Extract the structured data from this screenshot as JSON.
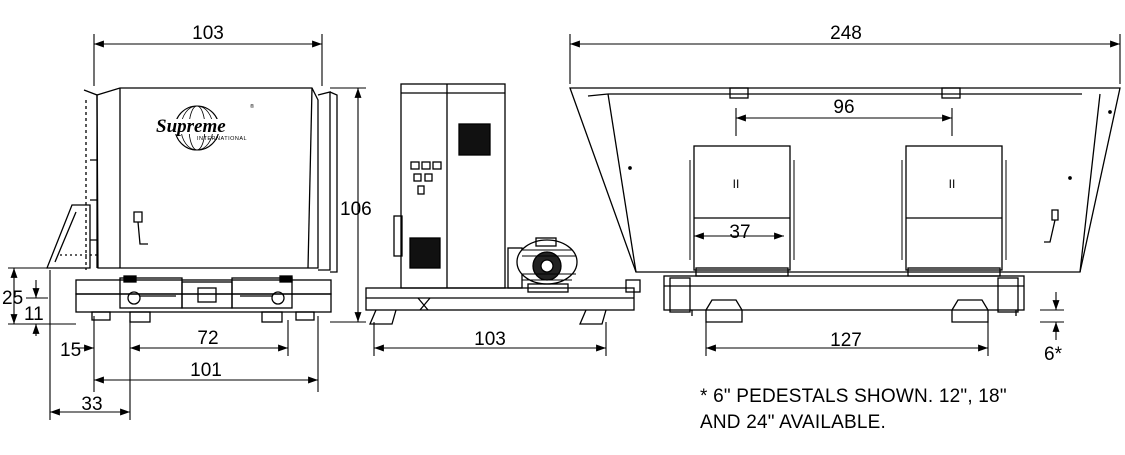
{
  "logo": {
    "word": "Supreme",
    "sub": "INTERNATIONAL",
    "mark": "®"
  },
  "dimensions": {
    "front_width": "103",
    "front_height": "106",
    "side_width": "103",
    "overall_length": "248",
    "hopper_spacing": "96",
    "hopper_width": "37",
    "pedestal_spacing": "127",
    "pedestal_height": "6*",
    "dim_25": "25",
    "dim_11": "11",
    "dim_15": "15",
    "dim_72": "72",
    "dim_101": "101",
    "dim_33": "33"
  },
  "labels": {
    "hopper_mark_left": "II",
    "hopper_mark_right": "II"
  },
  "note": {
    "line1": "* 6\" PEDESTALS SHOWN. 12\", 18\"",
    "line2": "AND 24\" AVAILABLE."
  }
}
